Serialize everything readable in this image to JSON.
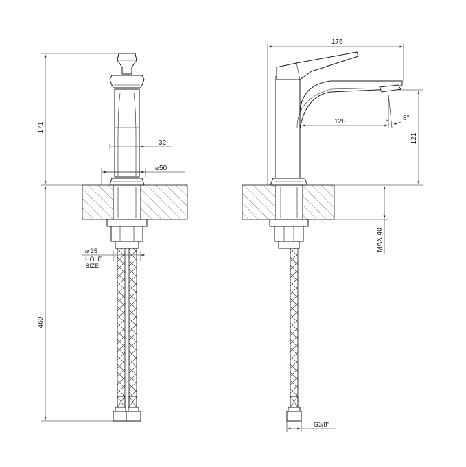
{
  "dimensions": {
    "height_above_deck": "171",
    "hose_length": "460",
    "body_width": "32",
    "base_diameter": "⌀50",
    "hole_diameter": "⌀ 35",
    "hole_label_line1": "HOLE",
    "hole_label_line2": "SIZE",
    "overall_length": "176",
    "spout_reach": "128",
    "spout_height": "121",
    "spout_angle": "8°",
    "max_deck_thickness": "MAX 40",
    "connection_thread": "G3/8\""
  },
  "colors": {
    "line": "#1a1a1a",
    "background": "#ffffff"
  }
}
